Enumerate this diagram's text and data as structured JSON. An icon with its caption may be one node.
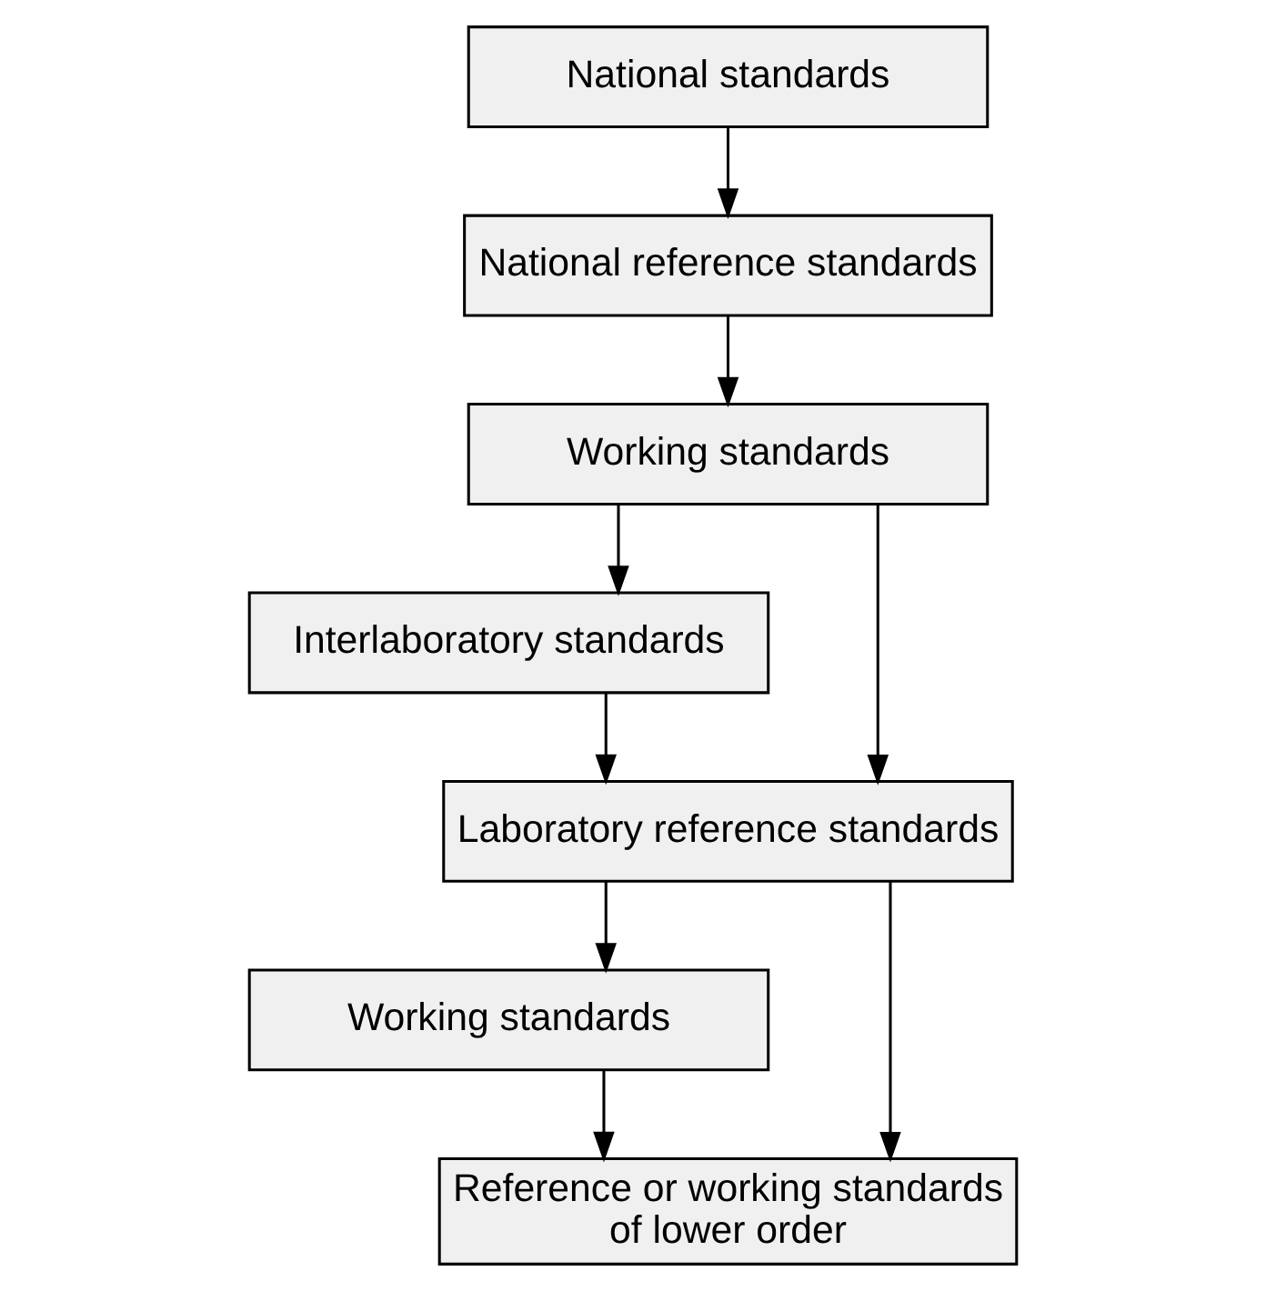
{
  "diagram": {
    "nodes": [
      {
        "text": [
          "National standards"
        ]
      },
      {
        "text": [
          "National reference standards"
        ]
      },
      {
        "text": [
          "Working standards"
        ]
      },
      {
        "text": [
          "Interlaboratory standards"
        ]
      },
      {
        "text": [
          "Laboratory reference standards"
        ]
      },
      {
        "text": [
          "Working standards"
        ]
      },
      {
        "text": [
          "Reference or working standards of lower order"
        ]
      }
    ],
    "edges": [
      {
        "from": 0,
        "to": 1,
        "arrow": "to"
      },
      {
        "from": 1,
        "to": 2,
        "arrow": "to"
      },
      {
        "from": 2,
        "to": 4,
        "arrow": "to"
      },
      {
        "from": 2,
        "to": 3,
        "arrow": "to"
      },
      {
        "from": 3,
        "to": 4,
        "arrow": "to"
      },
      {
        "from": 4,
        "to": 5,
        "arrow": "to"
      },
      {
        "from": 4,
        "to": 6,
        "arrow": "to"
      },
      {
        "from": 5,
        "to": 6,
        "arrow": "to"
      }
    ]
  }
}
